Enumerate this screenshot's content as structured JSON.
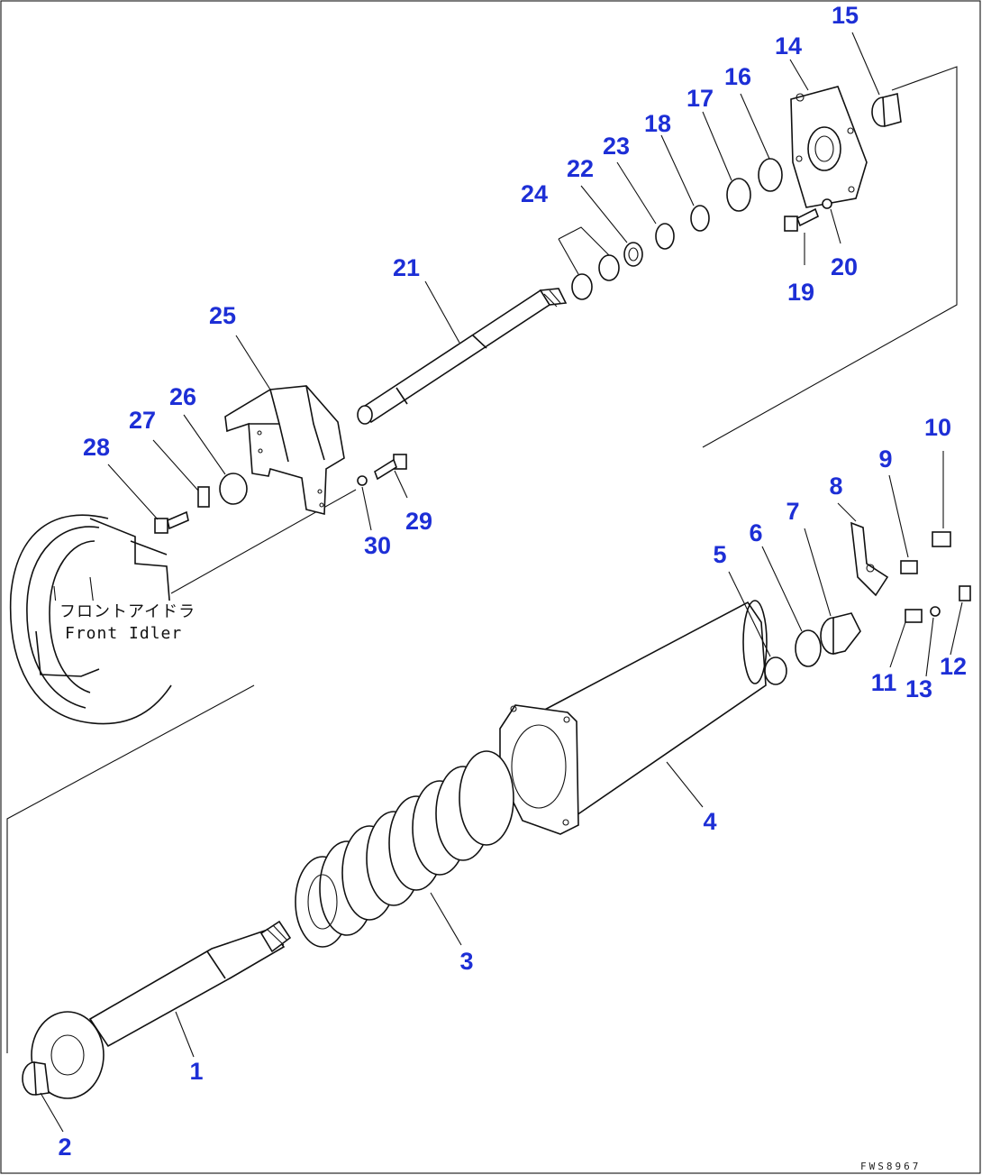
{
  "figure": {
    "note_jp": "フロントアイドラ",
    "note_en": "Front Idler",
    "drawing_code": "FWS8967"
  },
  "labels": {
    "p1": "1",
    "p2": "2",
    "p3": "3",
    "p4": "4",
    "p5": "5",
    "p6": "6",
    "p7": "7",
    "p8": "8",
    "p9": "9",
    "p10": "10",
    "p11": "11",
    "p12": "12",
    "p13": "13",
    "p14": "14",
    "p15": "15",
    "p16": "16",
    "p17": "17",
    "p18": "18",
    "p19": "19",
    "p20": "20",
    "p21": "21",
    "p22": "22",
    "p23": "23",
    "p24": "24",
    "p25": "25",
    "p26": "26",
    "p27": "27",
    "p28": "28",
    "p29": "29",
    "p30": "30"
  },
  "colors": {
    "label": "#1d2fd6",
    "line": "#111111",
    "background": "#ffffff"
  }
}
